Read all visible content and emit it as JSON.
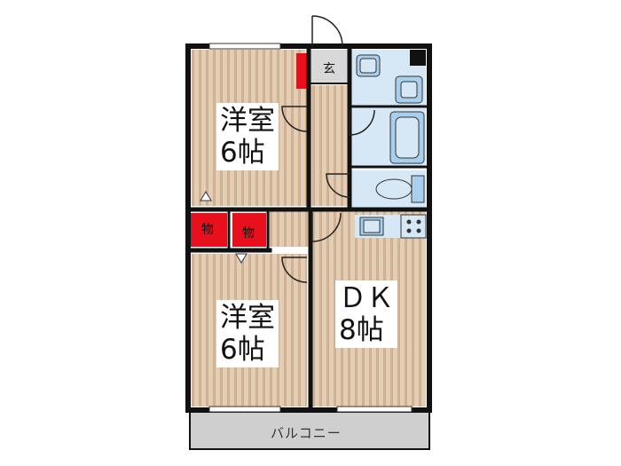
{
  "rooms": {
    "western_upper": {
      "name": "洋室",
      "size": "6帖"
    },
    "western_lower": {
      "name": "洋室",
      "size": "6帖"
    },
    "dk": {
      "name": "ＤＫ",
      "size": "8帖"
    }
  },
  "storage_labels": [
    "物",
    "物"
  ],
  "entrance_label": "玄",
  "balcony_label": "バルコニー",
  "colors": {
    "floor": "#e3cdb4",
    "floor_stripe": "#c9ab8d",
    "wall": "#111111",
    "storage": "#e8101c",
    "wet_area": "#d6e8f6",
    "fixture": "#a9cfee",
    "balcony": "#cfcfcf",
    "entrance": "#d8d8d8"
  }
}
